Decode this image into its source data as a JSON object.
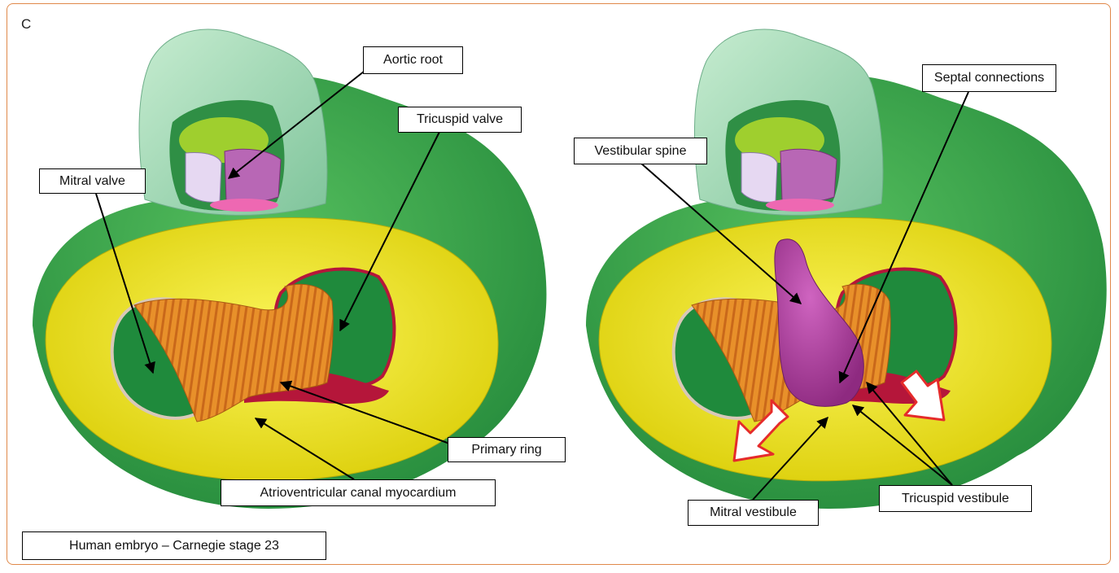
{
  "panel_label": "C",
  "caption": "Human embryo – Carnegie stage 23",
  "left_panel": {
    "labels": {
      "aortic_root": "Aortic root",
      "tricuspid_valve": "Tricuspid valve",
      "mitral_valve": "Mitral valve",
      "primary_ring": "Primary ring",
      "av_canal_myocardium": "Atrioventricular canal myocardium"
    }
  },
  "right_panel": {
    "labels": {
      "septal_connections": "Septal connections",
      "vestibular_spine": "Vestibular spine",
      "mitral_vestibule": "Mitral vestibule",
      "tricuspid_vestibule": "Tricuspid vestibule"
    }
  },
  "colors": {
    "frame": "#e0894a",
    "ventricle_green": "#3fae4a",
    "outflow_green": "#9fd9b3",
    "av_canal_yellow": "#f2ea1a",
    "primary_ring_red": "#b5163a",
    "orange_stripes": "#e0871f",
    "valve_purple": "#b34aa8",
    "vestibular_spine_magenta": "#b03a9e",
    "arrow_red": "#e52b2b"
  }
}
